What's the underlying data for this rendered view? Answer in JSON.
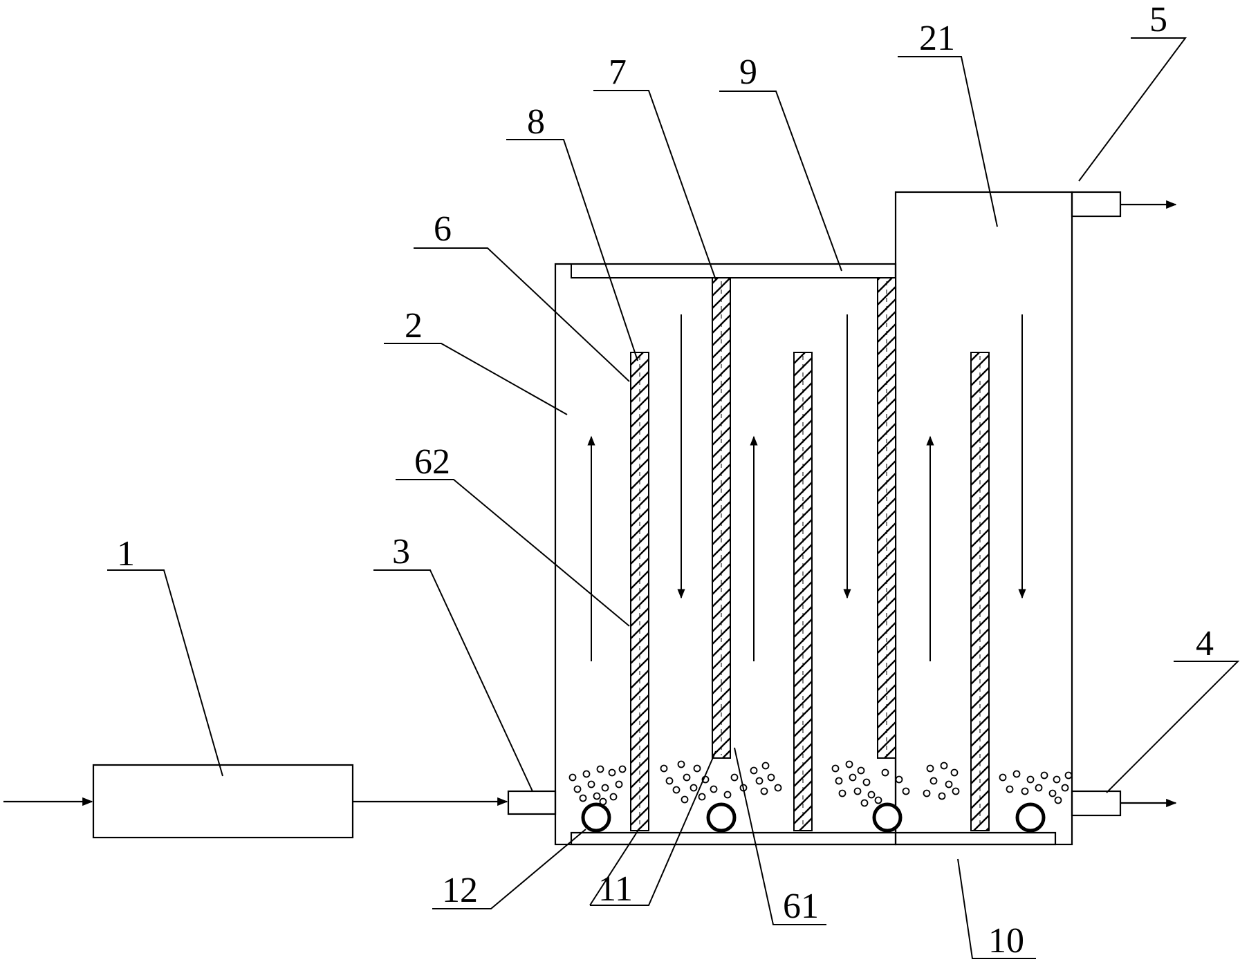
{
  "labels": {
    "l1": "1",
    "l2": "2",
    "l3": "3",
    "l4": "4",
    "l5": "5",
    "l6": "6",
    "l7": "7",
    "l8": "8",
    "l9": "9",
    "l10": "10",
    "l11": "11",
    "l12": "12",
    "l21": "21",
    "l61": "61",
    "l62": "62"
  },
  "colors": {
    "line": "#000000",
    "background": "#ffffff"
  }
}
